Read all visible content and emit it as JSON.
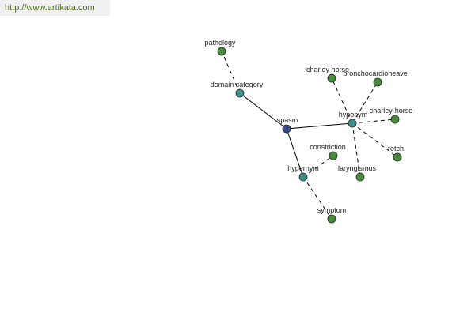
{
  "banner": {
    "url_text": "http://www.artikata.com"
  },
  "colors": {
    "root": "#3a4a8a",
    "relation": "#3f8c8c",
    "leaf": "#4a8a3c"
  },
  "graph": {
    "nodes": [
      {
        "id": "spasm",
        "label": "spasm",
        "kind": "root"
      },
      {
        "id": "domain-category",
        "label": "domain category",
        "kind": "relation"
      },
      {
        "id": "hyponym",
        "label": "hyponym",
        "kind": "relation"
      },
      {
        "id": "hypernym",
        "label": "hypernym",
        "kind": "relation"
      },
      {
        "id": "pathology",
        "label": "pathology",
        "kind": "leaf"
      },
      {
        "id": "charley-horse-1",
        "label": "charley horse",
        "kind": "leaf"
      },
      {
        "id": "bronchocardioheave",
        "label": "bronchocardioheave",
        "kind": "leaf"
      },
      {
        "id": "charley-horse-2",
        "label": "charley-horse",
        "kind": "leaf"
      },
      {
        "id": "retch",
        "label": "retch",
        "kind": "leaf"
      },
      {
        "id": "laryngismus",
        "label": "laryngismus",
        "kind": "leaf"
      },
      {
        "id": "constriction",
        "label": "constriction",
        "kind": "leaf"
      },
      {
        "id": "symptom",
        "label": "symptom",
        "kind": "leaf"
      }
    ],
    "edges": [
      {
        "from": "spasm",
        "to": "domain-category",
        "style": "solid"
      },
      {
        "from": "spasm",
        "to": "hyponym",
        "style": "solid"
      },
      {
        "from": "spasm",
        "to": "hypernym",
        "style": "solid"
      },
      {
        "from": "domain-category",
        "to": "pathology",
        "style": "dashed"
      },
      {
        "from": "hyponym",
        "to": "charley-horse-1",
        "style": "dashed"
      },
      {
        "from": "hyponym",
        "to": "bronchocardioheave",
        "style": "dashed"
      },
      {
        "from": "hyponym",
        "to": "charley-horse-2",
        "style": "dashed"
      },
      {
        "from": "hyponym",
        "to": "retch",
        "style": "dashed"
      },
      {
        "from": "hyponym",
        "to": "laryngismus",
        "style": "dashed"
      },
      {
        "from": "hypernym",
        "to": "constriction",
        "style": "dashed"
      },
      {
        "from": "hypernym",
        "to": "symptom",
        "style": "dashed"
      }
    ]
  }
}
